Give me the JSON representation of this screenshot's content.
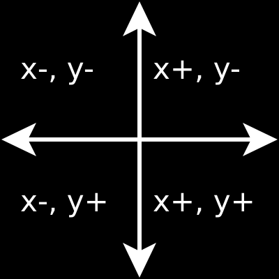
{
  "diagram": {
    "background_color": "#000000",
    "foreground_color": "#ffffff",
    "quadrants": {
      "top_left": "x-, y-",
      "top_right": "x+, y-",
      "bottom_left": "x-, y+",
      "bottom_right": "x+, y+"
    }
  }
}
